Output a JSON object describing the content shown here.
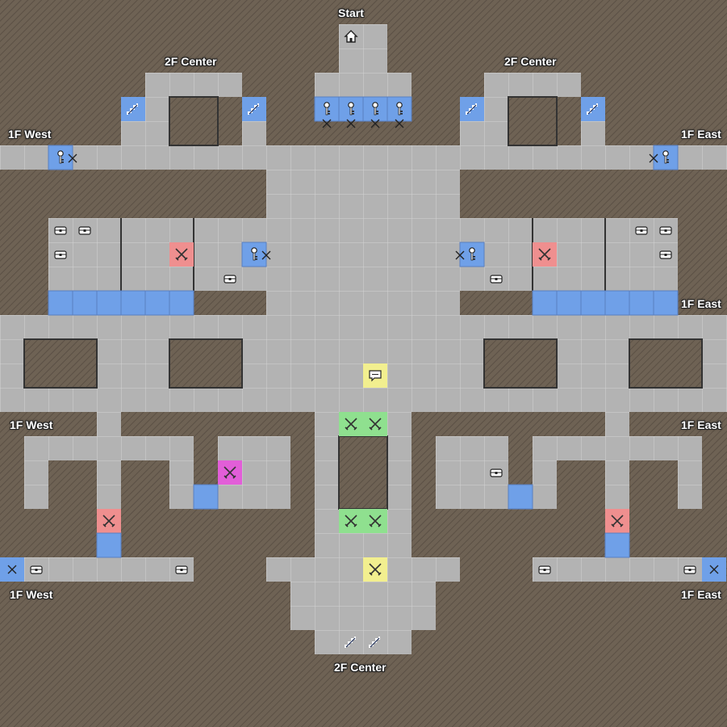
{
  "map": {
    "labels": {
      "start": "Start",
      "to_2f_center_nw": "2F Center",
      "to_2f_center_ne": "2F Center",
      "to_1f_west_upper": "1F West",
      "to_1f_east_upper": "1F East",
      "to_1f_east_mid": "1F East",
      "to_1f_west_lower": "1F West",
      "to_1f_east_lower": "1F East",
      "to_1f_west_bottom": "1F West",
      "to_1f_east_bottom": "1F East",
      "to_2f_center_bottom": "2F Center"
    },
    "tile_kinds": {
      "floor": "#b3b3b3",
      "wall": "#74685c",
      "stairs": "#6fa0e8",
      "door": "#6fa0e8",
      "enemy": "#ef8f8f",
      "enemy_boss": "#e25ed8",
      "enemy_group": "#8fe08f",
      "event": "#f2ef8f",
      "warp": "#6fa0e8"
    },
    "icons": [
      "home-icon",
      "stairs-icon",
      "key-icon",
      "chest-icon",
      "swords-icon",
      "speech-icon",
      "cross-icon"
    ]
  }
}
